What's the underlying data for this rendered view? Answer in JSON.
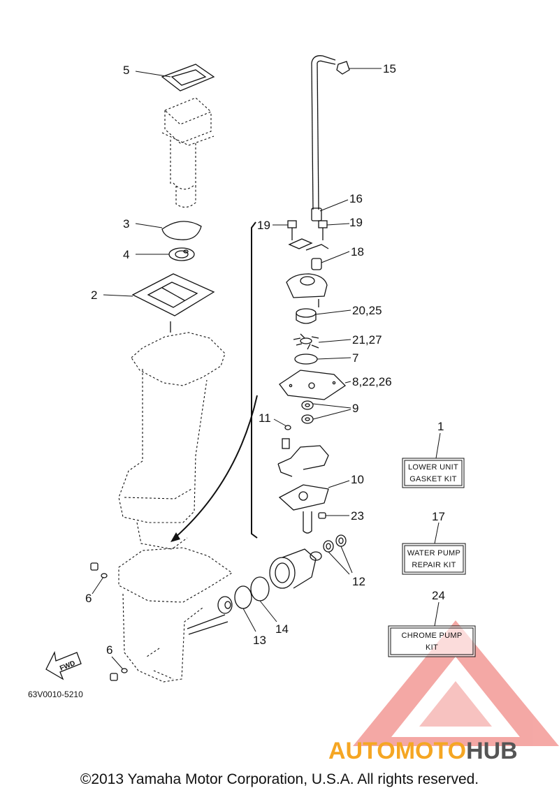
{
  "callouts": {
    "c1": "1",
    "c2": "2",
    "c3": "3",
    "c4": "4",
    "c5": "5",
    "c6a": "6",
    "c6b": "6",
    "c7": "7",
    "c8": "8,22,26",
    "c9": "9",
    "c10": "10",
    "c11": "11",
    "c12": "12",
    "c13": "13",
    "c14": "14",
    "c15": "15",
    "c16": "16",
    "c17": "17",
    "c18": "18",
    "c19a": "19",
    "c19b": "19",
    "c20": "20,25",
    "c21": "21,27",
    "c23": "23",
    "c24": "24"
  },
  "kits": {
    "lower_unit": {
      "line1": "LOWER UNIT",
      "line2": "GASKET KIT"
    },
    "water_pump": {
      "line1": "WATER PUMP",
      "line2": "REPAIR KIT"
    },
    "chrome_pump": {
      "line1": "CHROME PUMP",
      "line2": "KIT"
    }
  },
  "fwd_label": "FWD",
  "diagram_code": "63V0010-5210",
  "watermark": {
    "part1": "AUTOMOTO",
    "part2": "HUB",
    "color_red": "#e8403a",
    "color_orange": "#f5a623",
    "color_gray": "#555555"
  },
  "copyright": "©2013 Yamaha Motor Corporation, U.S.A. All rights reserved."
}
